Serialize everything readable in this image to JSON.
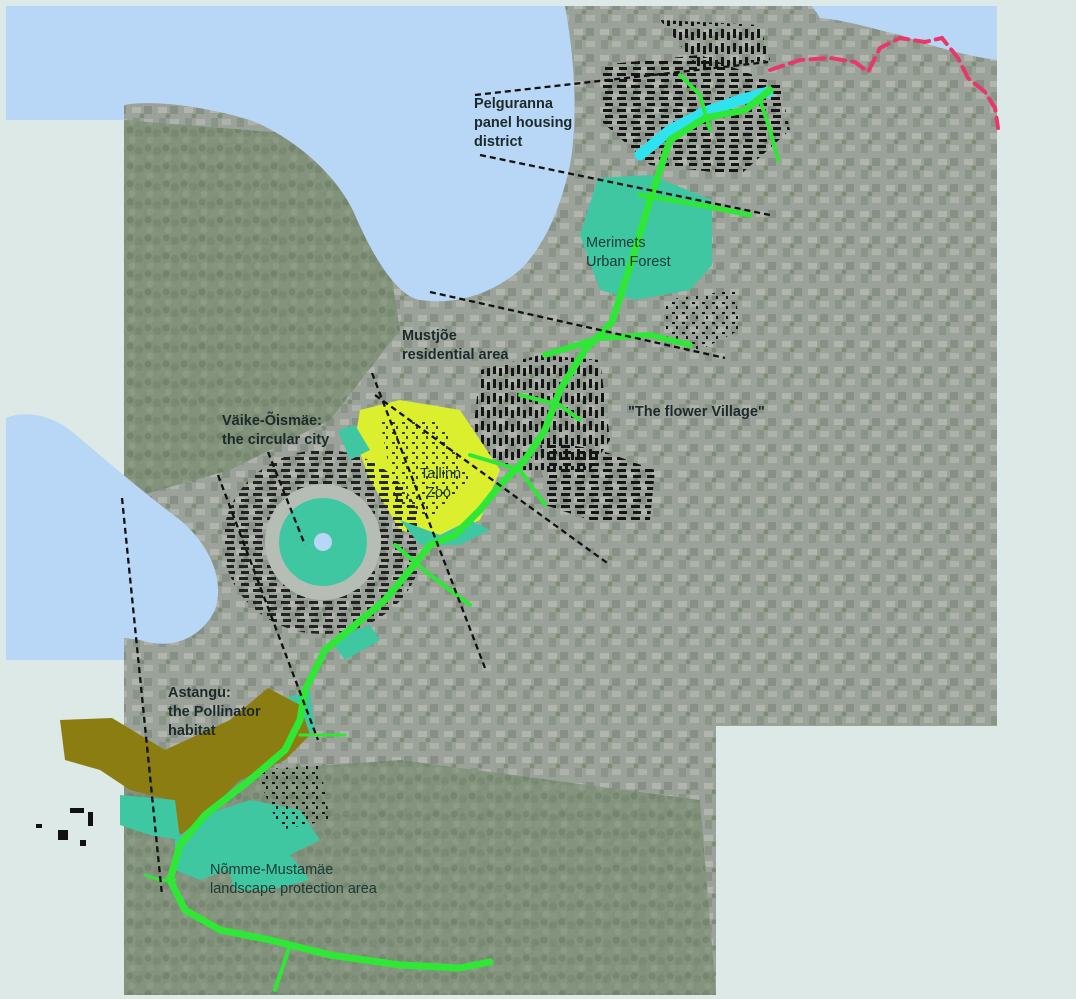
{
  "colors": {
    "water": "#b8d6f5",
    "frame": "#dde9e6",
    "corridor": "#2ee835",
    "park": "#3fc7a2",
    "zoo": "#dcef2f",
    "pollinator": "#8b7d12",
    "coast_path": "#e8386a",
    "canal": "#2ee3ef",
    "annotation": "#111111"
  },
  "labels": {
    "pelguranna": [
      "Pelguranna",
      "panel housing",
      "district"
    ],
    "merimets": [
      "Merimets",
      "Urban Forest"
    ],
    "mustjoe": [
      "Mustjõe",
      "residential area"
    ],
    "flower_village": "\"The flower Village\"",
    "vaike_oismae": [
      "Väike-Õismäe:",
      "the circular city"
    ],
    "tallinn_zoo": [
      "Tallinn",
      "Zoo"
    ],
    "astangu": [
      "Astangu:",
      "the Pollinator",
      "habitat"
    ],
    "nomme": [
      "Nõmme-Mustamäe",
      "landscape protection area"
    ]
  }
}
